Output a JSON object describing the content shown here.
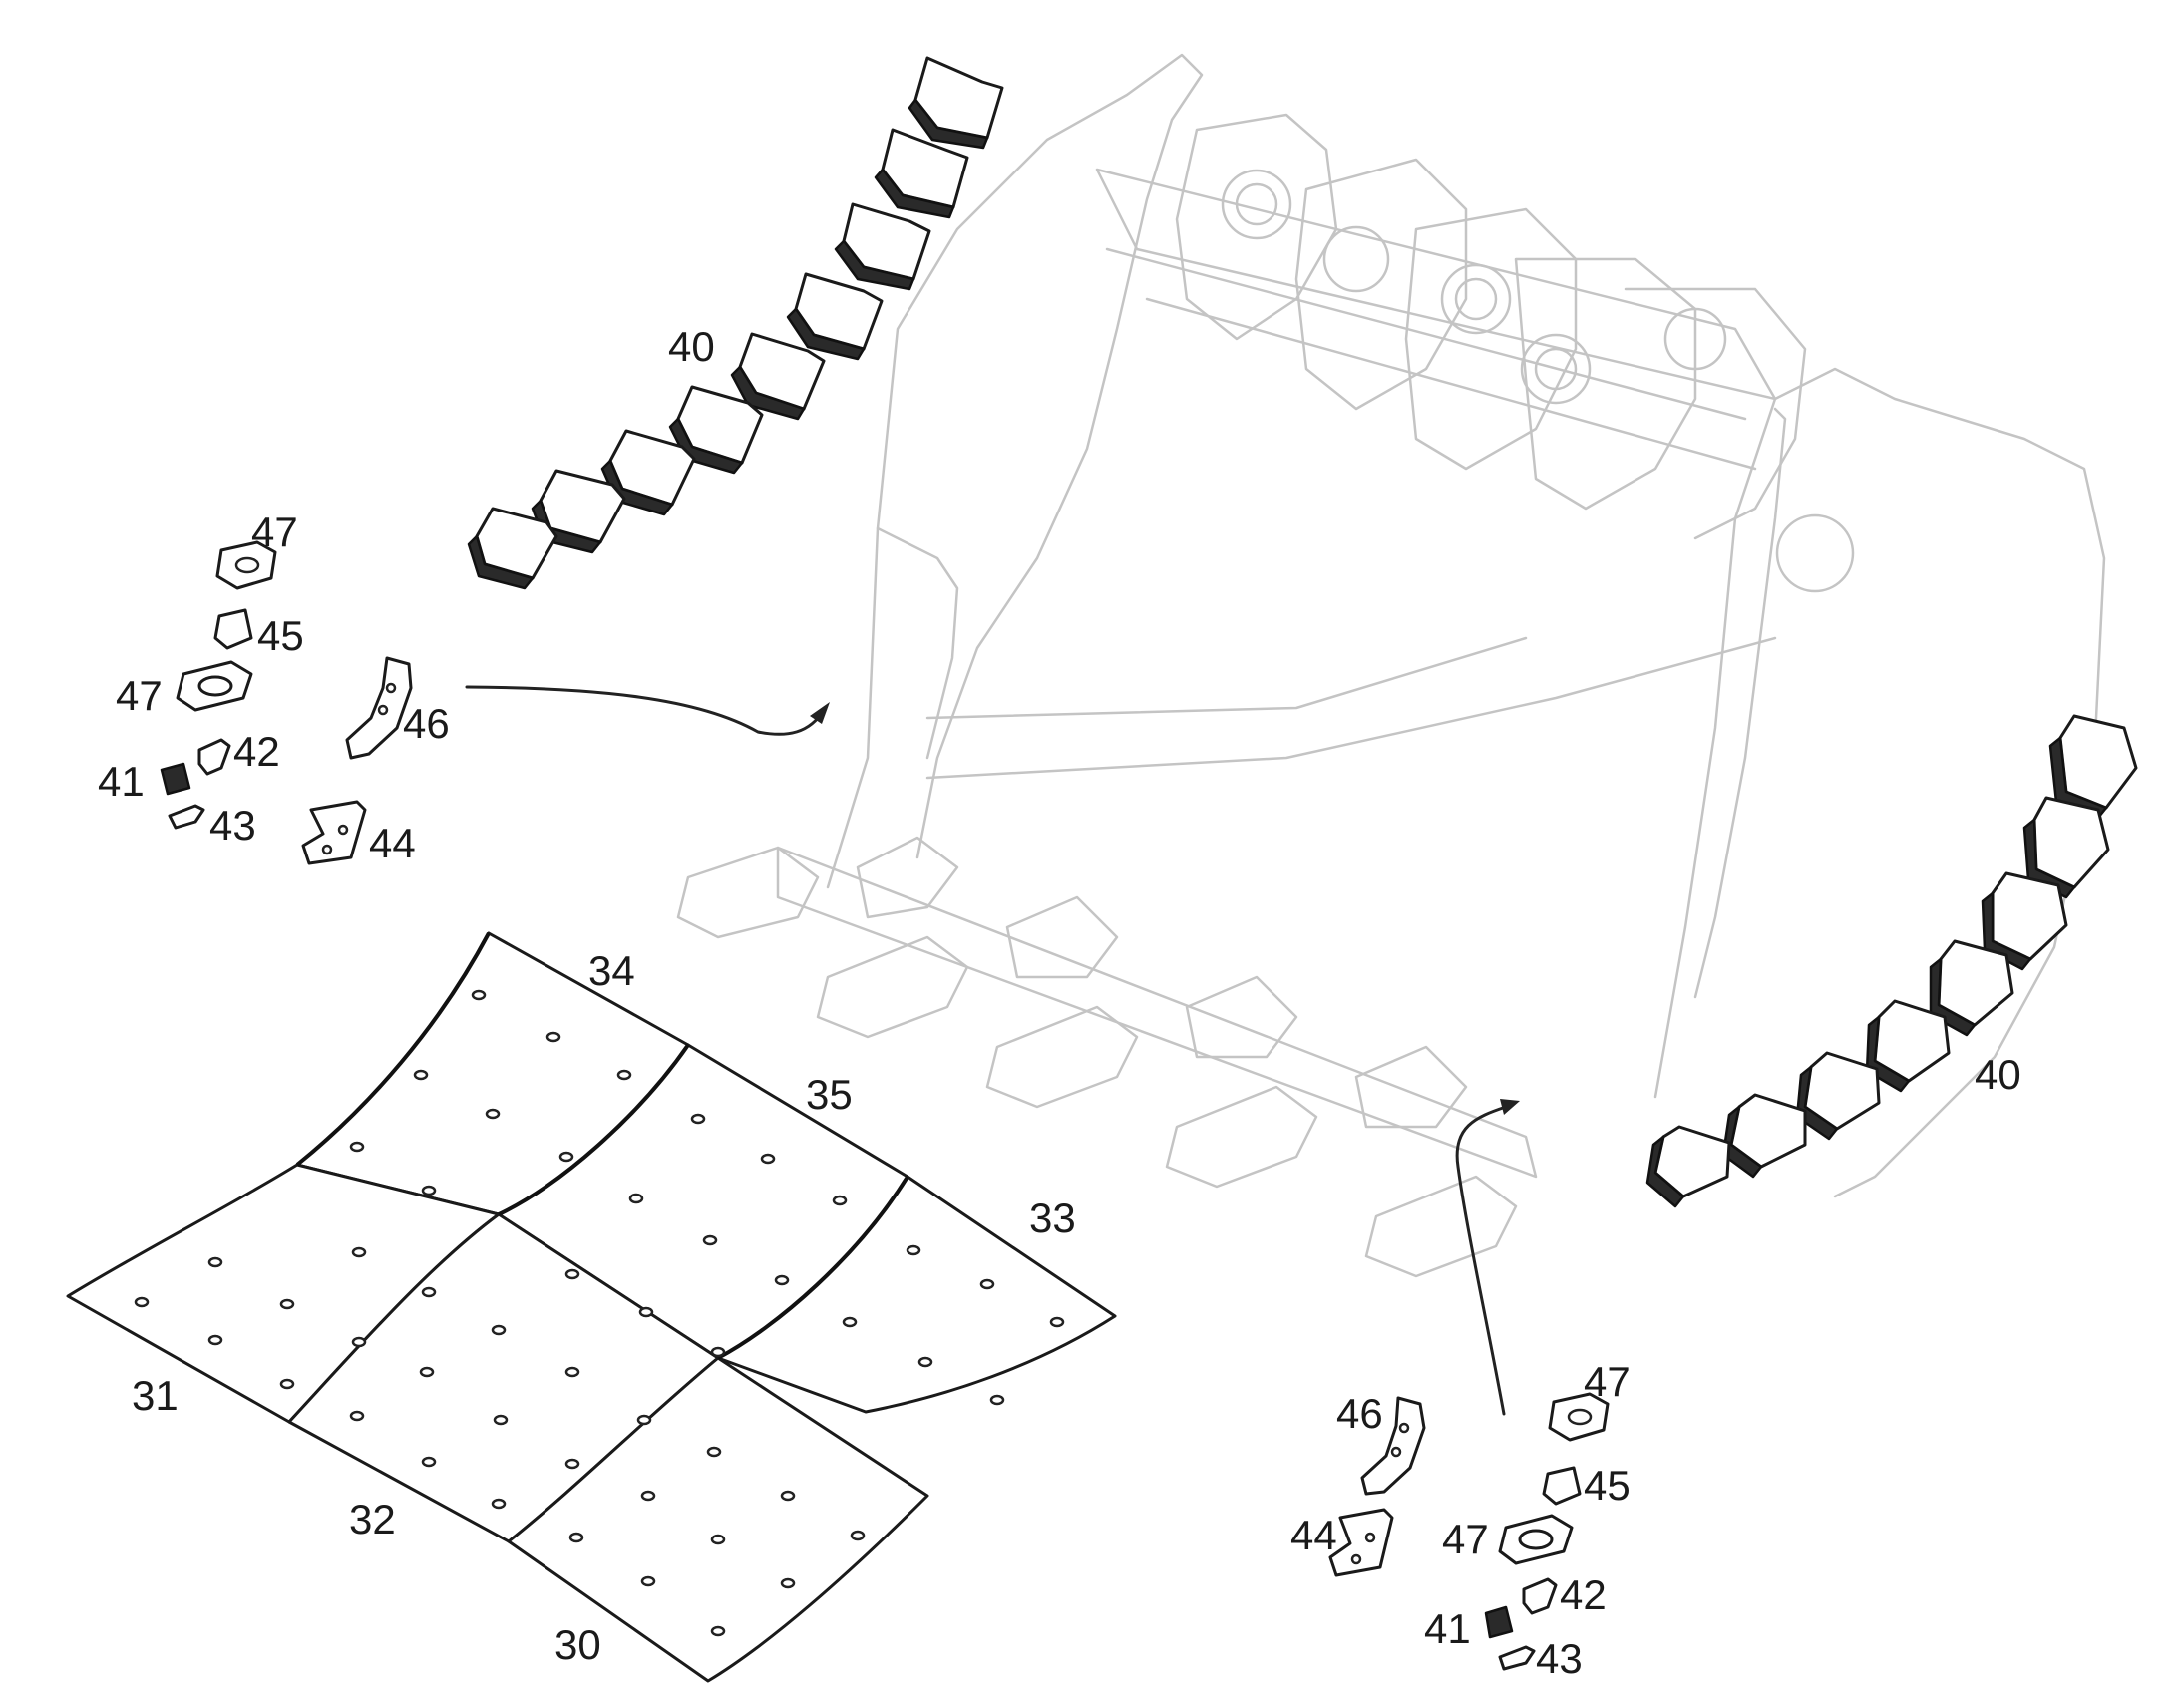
{
  "diagram": {
    "labels": {
      "plate_34": "34",
      "plate_35": "35",
      "plate_33": "33",
      "plate_31": "31",
      "plate_32": "32",
      "plate_30": "30",
      "segments_left": "40",
      "segments_right": "40",
      "left_47_top": "47",
      "left_45": "45",
      "left_47_bottom": "47",
      "left_46": "46",
      "left_42": "42",
      "left_41": "41",
      "left_43": "43",
      "left_44": "44",
      "right_47_top": "47",
      "right_46": "46",
      "right_45": "45",
      "right_44": "44",
      "right_47_bottom": "47",
      "right_42": "42",
      "right_41": "41",
      "right_43": "43"
    }
  }
}
